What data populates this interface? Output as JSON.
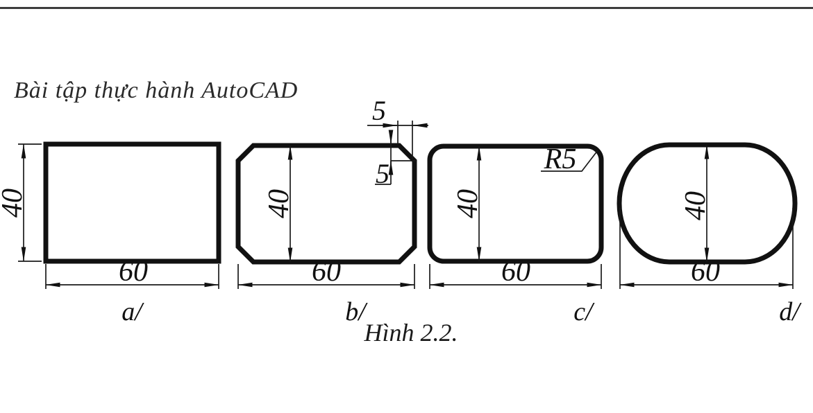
{
  "page": {
    "header": "Bài tập thực hành AutoCAD",
    "caption": "Hình 2.2."
  },
  "figures": [
    {
      "id": "a",
      "label": "a/",
      "shape": "rectangle",
      "width": "60",
      "height": "40"
    },
    {
      "id": "b",
      "label": "b/",
      "shape": "chamfered-rectangle",
      "width": "60",
      "height": "40",
      "chamfer_width": "5",
      "chamfer_height": "5"
    },
    {
      "id": "c",
      "label": "c/",
      "shape": "rounded-rectangle",
      "width": "60",
      "height": "40",
      "corner_radius": "R5"
    },
    {
      "id": "d",
      "label": "d/",
      "shape": "obround",
      "width": "60",
      "height": "40"
    }
  ],
  "colors": {
    "drawing": "#111111",
    "rule": "#3d3d3d",
    "background": "#ffffff"
  }
}
